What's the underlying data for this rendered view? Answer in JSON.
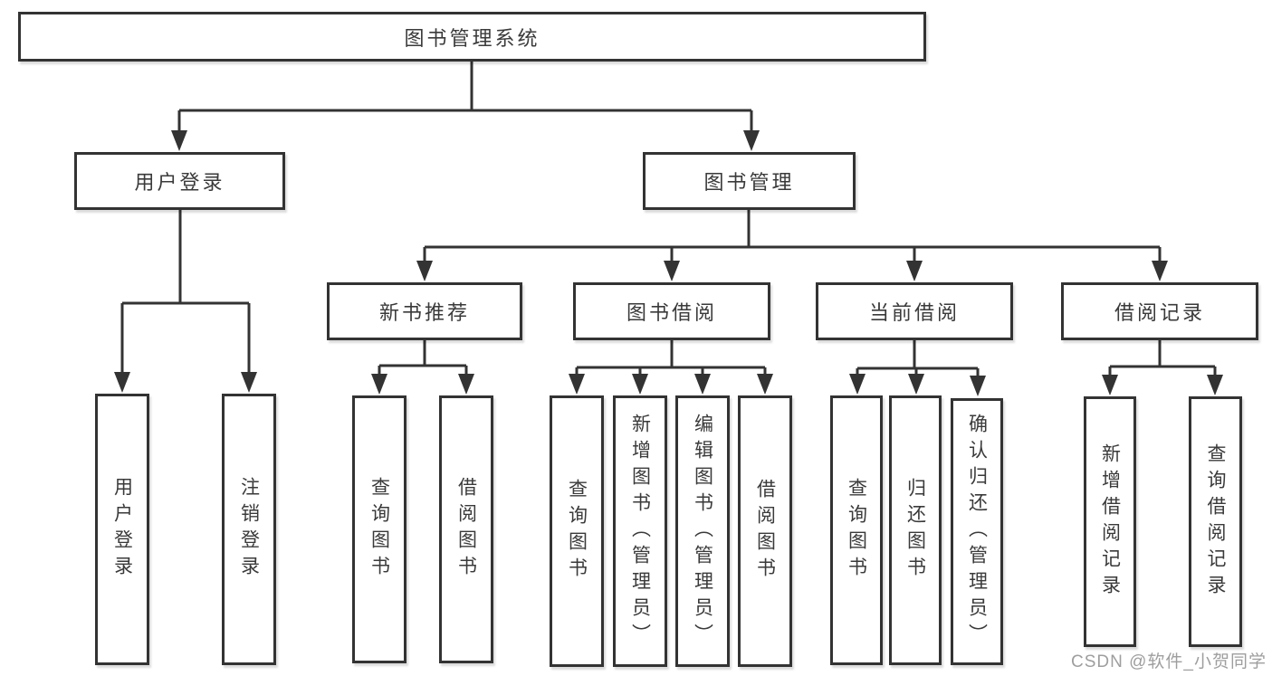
{
  "root": {
    "label": "图书管理系统"
  },
  "branches": [
    {
      "label": "用户登录",
      "leaves": [
        {
          "label": "用户登录"
        },
        {
          "label": "注销登录"
        }
      ]
    },
    {
      "label": "图书管理",
      "groups": [
        {
          "label": "新书推荐",
          "leaves": [
            {
              "label": "查询图书"
            },
            {
              "label": "借阅图书"
            }
          ]
        },
        {
          "label": "图书借阅",
          "leaves": [
            {
              "label": "查询图书"
            },
            {
              "label": "新增图书（管理员）"
            },
            {
              "label": "编辑图书（管理员）"
            },
            {
              "label": "借阅图书"
            }
          ]
        },
        {
          "label": "当前借阅",
          "leaves": [
            {
              "label": "查询图书"
            },
            {
              "label": "归还图书"
            },
            {
              "label": "确认归还（管理员）"
            }
          ]
        },
        {
          "label": "借阅记录",
          "leaves": [
            {
              "label": "新增借阅记录"
            },
            {
              "label": "查询借阅记录"
            }
          ]
        }
      ]
    }
  ],
  "watermark": "CSDN @软件_小贺同学",
  "colors": {
    "line": "#333333",
    "text": "#3a3a3a",
    "background": "#ffffff",
    "watermark": "#9e9e9e"
  }
}
